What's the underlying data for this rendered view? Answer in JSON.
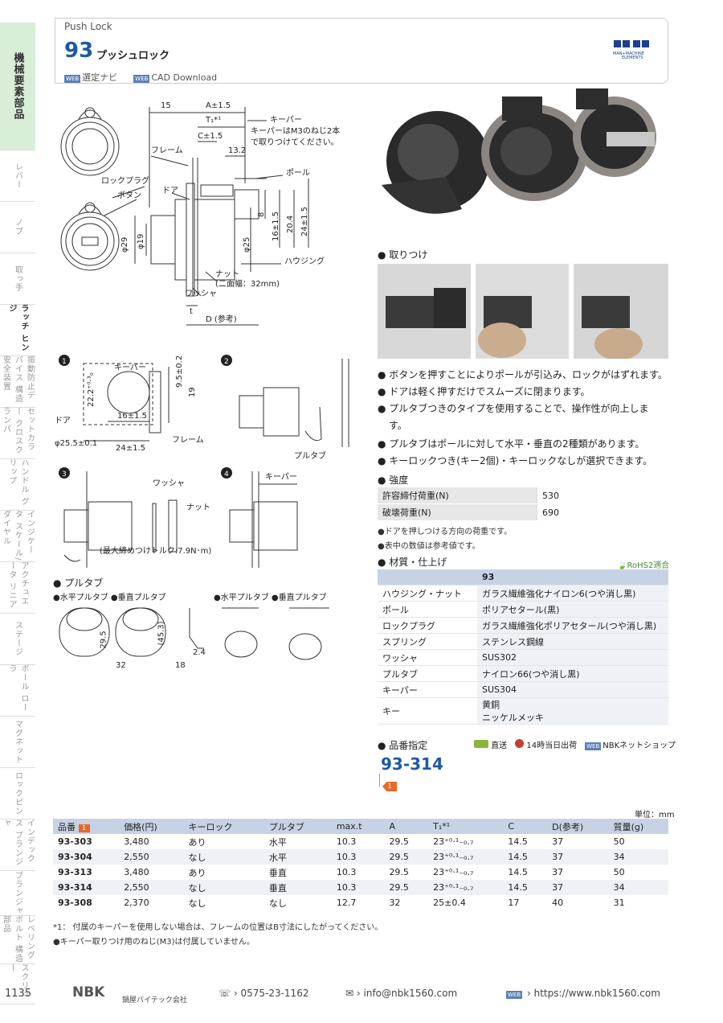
{
  "sidebar": {
    "items": [
      {
        "label": "機械要素部品",
        "active": true
      },
      {
        "label": "レバー"
      },
      {
        "label": "ノブ"
      },
      {
        "label": "取っ手"
      },
      {
        "label": "ラッチ ヒンジ"
      },
      {
        "label": "振動防止デバイス 構造安全装置"
      },
      {
        "label": "セットカラー クロスクランパ"
      },
      {
        "label": "ハンドル グリップ"
      },
      {
        "label": "インジケータ スケール/ダイヤル"
      },
      {
        "label": "アクチュエータ リニア"
      },
      {
        "label": "ステージ"
      },
      {
        "label": "ボール ローラ"
      },
      {
        "label": "マグネット"
      },
      {
        "label": "ロックピン"
      },
      {
        "label": "インデックス プランジャ"
      },
      {
        "label": "プランジャ"
      },
      {
        "label": "レベリングボルト 構造部品"
      },
      {
        "label": "スクリュー"
      }
    ]
  },
  "header": {
    "category": "Push Lock",
    "product_number": "93",
    "product_name": "プッシュロック",
    "web_badge": "WEB",
    "link1": "選定ナビ",
    "link2": "CAD Download",
    "logo_text": "MAN+MACHINE ELEMENTS"
  },
  "diagram": {
    "dims": {
      "d15": "15",
      "a": "A±1.5",
      "t1": "T₁*¹",
      "c": "C±1.5",
      "d132": "13.2",
      "d8": "8",
      "d204": "20.4",
      "d24": "24±1.5",
      "d16": "16±1.5",
      "phi25": "φ25",
      "phi29": "φ29",
      "phi19": "φ19",
      "t": "t",
      "d_ref": "D (参考)"
    },
    "labels": {
      "keeper": "キーパー",
      "keeper_note1": "キーパーはM3のねじ2本",
      "keeper_note2": "で取りつけてください。",
      "frame": "フレーム",
      "pole": "ポール",
      "lock_plug": "ロックプラグ",
      "button": "ボタン",
      "door": "ドア",
      "housing": "ハウジング",
      "nut": "ナット",
      "nut_width": "(二面幅：32mm)",
      "washer": "ワッシャ"
    },
    "panel1": {
      "num": "1",
      "keeper": "キーパー",
      "door": "ドア",
      "frame": "フレーム",
      "d95": "9.5±0.2",
      "d19": "19",
      "d222": "22.2⁺⁰·³₀",
      "d16": "16±1.5",
      "d24": "24±1.5",
      "phi255": "φ25.5±0.1"
    },
    "panel2": {
      "num": "2",
      "pulltab": "プルタブ"
    },
    "panel3": {
      "num": "3",
      "washer": "ワッシャ",
      "nut": "ナット",
      "torque": "(最大締めつけトルク:7.9N･m)"
    },
    "panel4": {
      "num": "4",
      "keeper": "キーパー"
    },
    "pulltab": {
      "title": "プルタブ",
      "horizontal": "水平プルタブ",
      "vertical": "垂直プルタブ",
      "d295": "29.5",
      "d453": "(45.3)",
      "d32": "32",
      "d18": "18",
      "d24": "2.4"
    }
  },
  "mounting": {
    "title": "取りつけ"
  },
  "features": [
    "ボタンを押すことによりポールが引込み、ロックがはずれます。",
    "ドアは軽く押すだけでスムーズに閉まります。",
    "プルタブつきのタイプを使用することで、操作性が向上しま",
    "す。",
    "プルタブはポールに対して水平・垂直の2種類があります。",
    "キーロックつき(キー2個)・キーロックなしが選択できます。"
  ],
  "strength": {
    "title": "強度",
    "rows": [
      {
        "k": "許容締付荷重(N)",
        "v": "530"
      },
      {
        "k": "破壊荷重(N)",
        "v": "690"
      }
    ],
    "notes": [
      "●ドアを押しつける方向の荷重です。",
      "●表中の数値は参考値です。"
    ]
  },
  "material": {
    "title": "材質・仕上げ",
    "rohs": "RoHS2適合",
    "header": "93",
    "rows": [
      {
        "k": "ハウジング・ナット",
        "v": "ガラス繊維強化ナイロン6(つや消し黒)"
      },
      {
        "k": "ポール",
        "v": "ポリアセタール(黒)"
      },
      {
        "k": "ロックプラグ",
        "v": "ガラス繊維強化ポリアセタール(つや消し黒)"
      },
      {
        "k": "スプリング",
        "v": "ステンレス鋼線"
      },
      {
        "k": "ワッシャ",
        "v": "SUS302"
      },
      {
        "k": "プルタブ",
        "v": "ナイロン66(つや消し黒)"
      },
      {
        "k": "キーパー",
        "v": "SUS304"
      },
      {
        "k": "キー",
        "v": "黄銅",
        "v2": "ニッケルメッキ"
      }
    ]
  },
  "ordering": {
    "title": "品番指定",
    "direct": "直送",
    "same_day": "14時当日出荷",
    "shop": "NBKネットショップ",
    "example": "93-314",
    "marker": "1"
  },
  "table": {
    "unit": "単位：mm",
    "headers": [
      "品番",
      "価格(円)",
      "キーロック",
      "プルタブ",
      "max.t",
      "A",
      "T₁*¹",
      "C",
      "D(参考)",
      "質量(g)"
    ],
    "rows": [
      [
        "93-303",
        "3,480",
        "あり",
        "水平",
        "10.3",
        "29.5",
        "23⁺⁰·¹₋₀.₇",
        "14.5",
        "37",
        "50"
      ],
      [
        "93-304",
        "2,550",
        "なし",
        "水平",
        "10.3",
        "29.5",
        "23⁺⁰·¹₋₀.₇",
        "14.5",
        "37",
        "34"
      ],
      [
        "93-313",
        "3,480",
        "あり",
        "垂直",
        "10.3",
        "29.5",
        "23⁺⁰·¹₋₀.₇",
        "14.5",
        "37",
        "50"
      ],
      [
        "93-314",
        "2,550",
        "なし",
        "垂直",
        "10.3",
        "29.5",
        "23⁺⁰·¹₋₀.₇",
        "14.5",
        "37",
        "34"
      ],
      [
        "93-308",
        "2,370",
        "なし",
        "なし",
        "12.7",
        "32",
        "25±0.4",
        "17",
        "40",
        "31"
      ]
    ],
    "notes": [
      "*1：  付属のキーパーを使用しない場合は、フレームの位置はB寸法にしたがってください。",
      "●キーパー取りつけ用のねじ(M3)は付属していません。"
    ]
  },
  "footer": {
    "page": "1135",
    "brand": "NBK",
    "company": "鍋屋バイテック会社",
    "phone": "0575-23-1162",
    "email": "info@nbk1560.com",
    "url": "https://www.nbk1560.com"
  },
  "colors": {
    "accent": "#1c5aa6",
    "tab_active": "#d9eed6",
    "table_head": "#c7d2e4",
    "row_alt": "#eef1f6",
    "marker": "#e8682a"
  }
}
